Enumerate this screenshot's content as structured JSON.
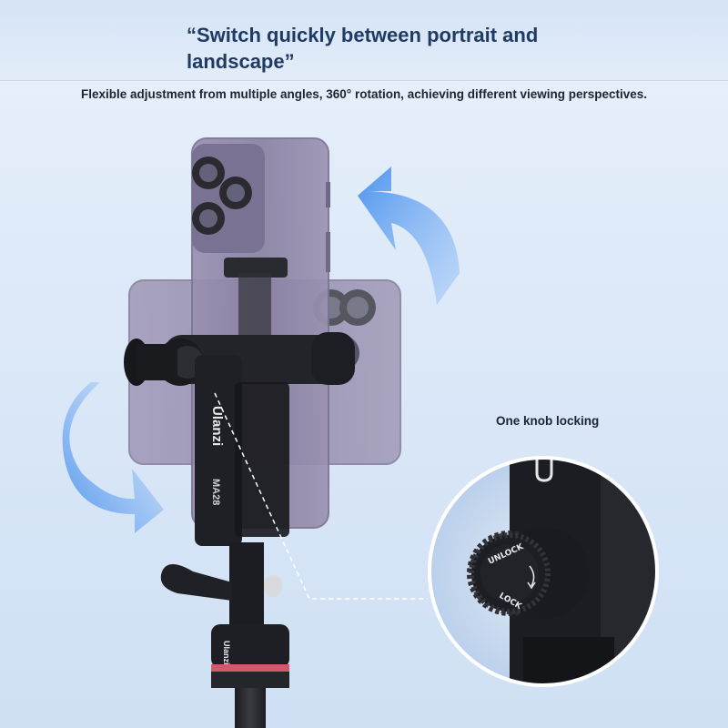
{
  "headline": "“Switch quickly between portrait and landscape”",
  "subtitle": "Flexible adjustment from multiple angles, 360° rotation, achieving different viewing perspectives.",
  "callout": {
    "label": "One knob locking",
    "knob_unlock": "UNLOCK",
    "knob_lock": "LOCK"
  },
  "product": {
    "brand": "Ulanzi",
    "model": "MA28",
    "collar_brand": "Ulanzi"
  },
  "colors": {
    "accent_blue": "#5b9ff0",
    "headline": "#1f3b63",
    "phone_purple": "#8f86a6"
  },
  "icons": [
    "rotate-clockwise-arrow-icon",
    "rotate-counterclockwise-arrow-icon"
  ]
}
